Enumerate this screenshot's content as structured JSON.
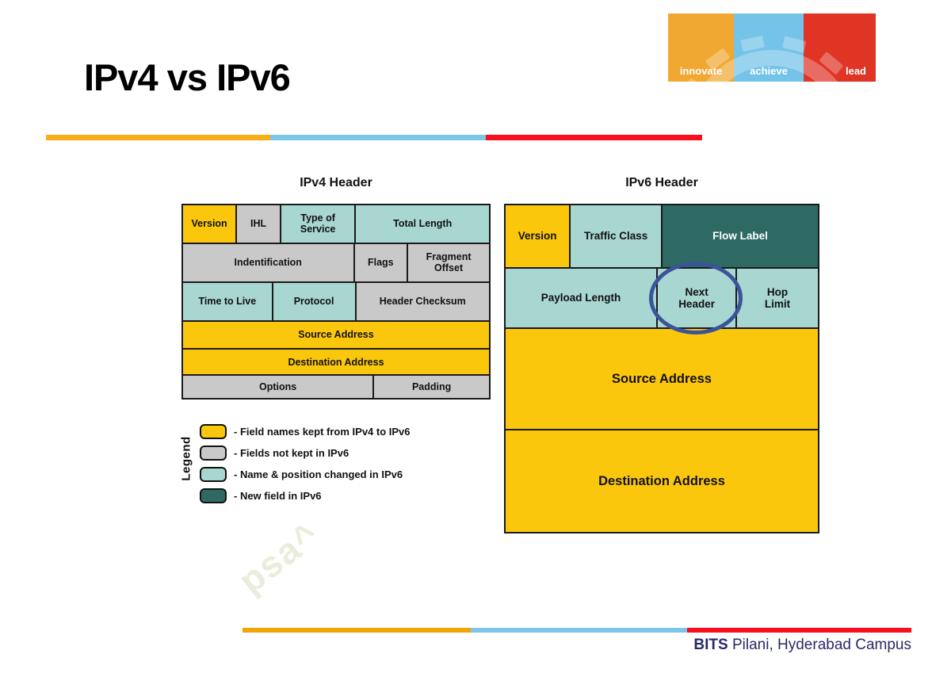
{
  "slide": {
    "title": "IPv4 vs IPv6"
  },
  "logo": {
    "panels": [
      {
        "label": "innovate",
        "color": "#F0A832"
      },
      {
        "label": "achieve",
        "color": "#74C3E8"
      },
      {
        "label": "lead",
        "color": "#E03425"
      }
    ]
  },
  "palette": {
    "kept_yellow": "#FBC70D",
    "not_kept_gray": "#C9C9C9",
    "changed_teal": "#A8D6D0",
    "new_dark_teal": "#2E6A63",
    "annotation_circle_blue": "#3A549B",
    "divider_orange": "#FBAE17",
    "divider_blue": "#7CC7E8",
    "divider_red": "#FA0E1C",
    "footer_navy": "#262B66"
  },
  "ipv4": {
    "title": "IPv4 Header",
    "rows": [
      {
        "cells": [
          {
            "label": "Version",
            "type": "kept"
          },
          {
            "label": "IHL",
            "type": "not_kept"
          },
          {
            "label": "Type of Service",
            "type": "changed"
          },
          {
            "label": "Total Length",
            "type": "changed"
          }
        ]
      },
      {
        "cells": [
          {
            "label": "Indentification",
            "type": "not_kept"
          },
          {
            "label": "Flags",
            "type": "not_kept"
          },
          {
            "label": "Fragment Offset",
            "type": "not_kept"
          }
        ]
      },
      {
        "cells": [
          {
            "label": "Time to Live",
            "type": "changed"
          },
          {
            "label": "Protocol",
            "type": "changed"
          },
          {
            "label": "Header Checksum",
            "type": "not_kept"
          }
        ]
      },
      {
        "cells": [
          {
            "label": "Source Address",
            "type": "kept"
          }
        ]
      },
      {
        "cells": [
          {
            "label": "Destination Address",
            "type": "kept"
          }
        ]
      },
      {
        "cells": [
          {
            "label": "Options",
            "type": "not_kept"
          },
          {
            "label": "Padding",
            "type": "not_kept"
          }
        ]
      }
    ]
  },
  "ipv6": {
    "title": "IPv6 Header",
    "rows": [
      {
        "cells": [
          {
            "label": "Version",
            "type": "kept"
          },
          {
            "label": "Traffic Class",
            "type": "changed"
          },
          {
            "label": "Flow Label",
            "type": "new"
          }
        ]
      },
      {
        "cells": [
          {
            "label": "Payload Length",
            "type": "changed"
          },
          {
            "label": "Next Header",
            "type": "changed",
            "circled": true
          },
          {
            "label": "Hop Limit",
            "type": "changed"
          }
        ]
      },
      {
        "cells": [
          {
            "label": "Source Address",
            "type": "kept"
          }
        ]
      },
      {
        "cells": [
          {
            "label": "Destination Address",
            "type": "kept"
          }
        ]
      }
    ]
  },
  "legend": {
    "heading": "Legend",
    "items": [
      {
        "swatch": "kept_yellow",
        "label": "- Field names kept from IPv4 to IPv6"
      },
      {
        "swatch": "not_kept_gray",
        "label": "- Fields not kept in IPv6"
      },
      {
        "swatch": "changed_teal",
        "label": "- Name & position changed in IPv6"
      },
      {
        "swatch": "new_dark_teal",
        "label": "- New field in IPv6"
      }
    ]
  },
  "watermark": {
    "text": "psa^"
  },
  "footer": {
    "bold": "BITS",
    "rest": " Pilani, Hyderabad Campus"
  }
}
